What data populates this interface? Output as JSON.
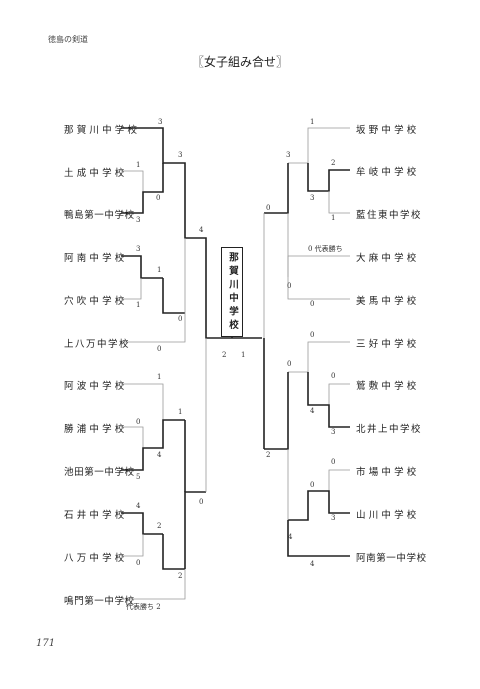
{
  "header": "徳島の剣道",
  "title": "〖女子組み合せ〗",
  "page_number": "171",
  "winner": "那賀川中学校",
  "left_teams": [
    "那賀川中学校",
    "土成中学校",
    "鴨島第一中学校",
    "阿南中学校",
    "穴吹中学校",
    "上八万中学校",
    "阿波中学校",
    "勝浦中学校",
    "池田第一中学校",
    "石井中学校",
    "八万中学校",
    "鳴門第一中学校"
  ],
  "right_teams": [
    "坂野中学校",
    "牟岐中学校",
    "藍住東中学校",
    "大麻中学校",
    "美馬中学校",
    "三好中学校",
    "鷲敷中学校",
    "北井上中学校",
    "市場中学校",
    "山川中学校",
    "阿南第一中学校"
  ],
  "notes": {
    "left_bottom": "代表勝ち 2",
    "right_daimatch": "0 代表勝ち"
  },
  "scores": {
    "l_nakagawa": "3",
    "l_tsuchinari": "1",
    "l_kamojima": "3",
    "l_q2_lower": "0",
    "l_s1_upper": "3",
    "l_anan": "3",
    "l_anan_b": "1",
    "l_anabuki": "1",
    "l_q4_lower": "0",
    "l_kamihachiman": "0",
    "l_top_half": "4",
    "l_awa": "1",
    "l_katsuura": "0",
    "l_katsuura_b": "4",
    "l_ikeda": "5",
    "l_q5_upper": "1",
    "l_ishii": "4",
    "l_ishii_b": "2",
    "l_hachiman": "0",
    "l_naruto": "2",
    "l_bottom_half": "0",
    "final_left": "2",
    "final_right": "1",
    "r_sakano": "1",
    "r_mugi": "2",
    "r_aizumi": "1",
    "r_q1_lower": "3",
    "r_q1_upper": "3",
    "r_oasa": "0",
    "r_miyoshi": "0",
    "r_s1_top": "0",
    "r_washiki": "0",
    "r_kitaigami": "3",
    "r_q3_lower": "4",
    "r_q3_upper": "0",
    "r_ichiba": "0",
    "r_yamakawa": "3",
    "r_q4_upper": "0",
    "r_anan1": "4",
    "r_q4_lower": "4",
    "r_bottom_half": "2"
  }
}
